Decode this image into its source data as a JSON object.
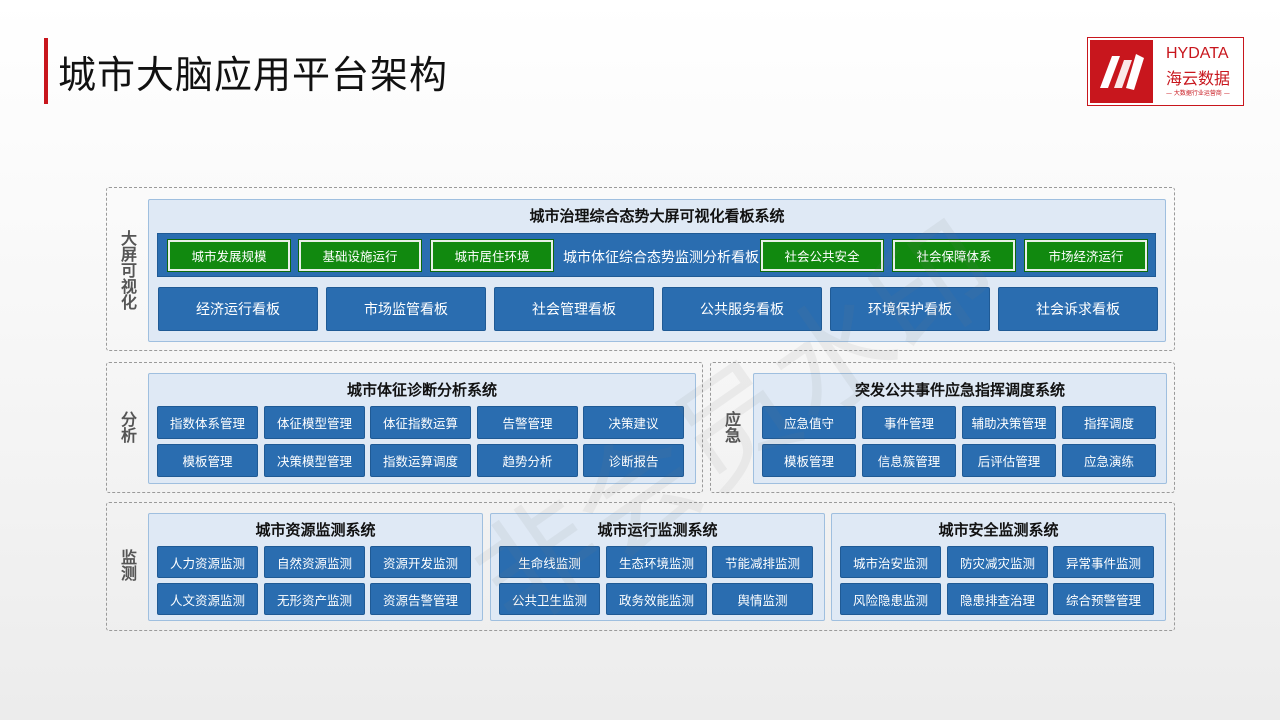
{
  "title": "城市大脑应用平台架构",
  "logo": {
    "en": "HYDATA",
    "cn": "海云数据",
    "sub": "— 大数据行业运营商 —"
  },
  "watermark": "非会员水印",
  "sections": {
    "screen": {
      "label": "大屏可视化",
      "panel_title": "城市治理综合态势大屏可视化看板系统",
      "green_left": [
        "城市发展规模",
        "基础设施运行",
        "城市居住环境"
      ],
      "center_label": "城市体征综合态势监测分析看板",
      "green_right": [
        "社会公共安全",
        "社会保障体系",
        "市场经济运行"
      ],
      "boards": [
        "经济运行看板",
        "市场监管看板",
        "社会管理看板",
        "公共服务看板",
        "环境保护看板",
        "社会诉求看板"
      ]
    },
    "analysis": {
      "label": "分析",
      "panel_title": "城市体征诊断分析系统",
      "cells": [
        "指数体系管理",
        "体征模型管理",
        "体征指数运算",
        "告警管理",
        "决策建议",
        "模板管理",
        "决策模型管理",
        "指数运算调度",
        "趋势分析",
        "诊断报告"
      ]
    },
    "emergency": {
      "label": "应急",
      "panel_title": "突发公共事件应急指挥调度系统",
      "cells": [
        "应急值守",
        "事件管理",
        "辅助决策管理",
        "指挥调度",
        "模板管理",
        "信息簇管理",
        "后评估管理",
        "应急演练"
      ]
    },
    "monitor": {
      "label": "监测",
      "panels": [
        {
          "title": "城市资源监测系统",
          "cells": [
            "人力资源监测",
            "自然资源监测",
            "资源开发监测",
            "人文资源监测",
            "无形资产监测",
            "资源告警管理"
          ]
        },
        {
          "title": "城市运行监测系统",
          "cells": [
            "生命线监测",
            "生态环境监测",
            "节能减排监测",
            "公共卫生监测",
            "政务效能监测",
            "舆情监测"
          ]
        },
        {
          "title": "城市安全监测系统",
          "cells": [
            "城市治安监测",
            "防灾减灾监测",
            "异常事件监测",
            "风险隐患监测",
            "隐患排查治理",
            "综合预警管理"
          ]
        }
      ]
    }
  },
  "colors": {
    "accent_red": "#c8161d",
    "cell_blue": "#2a6db0",
    "panel_bg": "#dfe9f5",
    "green": "#11890f"
  }
}
